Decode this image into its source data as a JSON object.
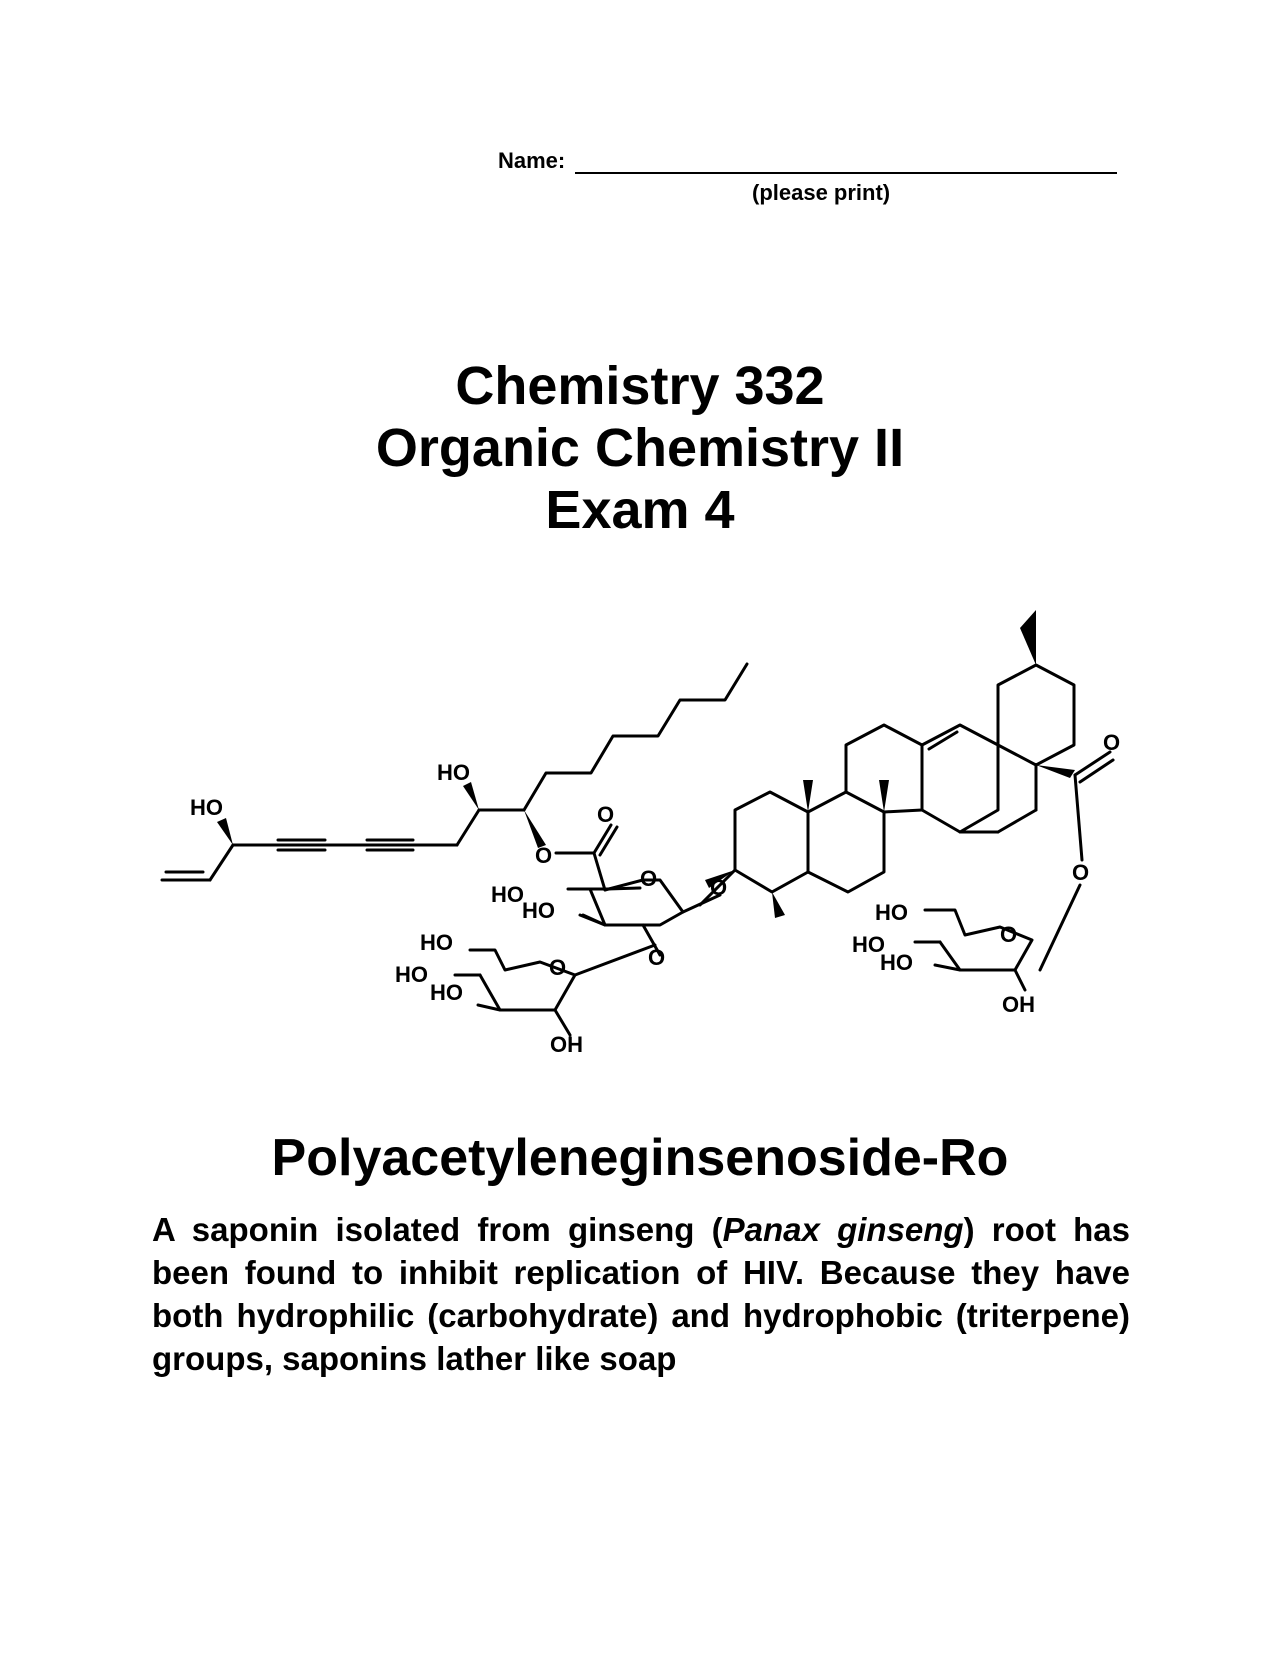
{
  "header": {
    "name_label": "Name:",
    "name_hint": "(please print)"
  },
  "title": {
    "course": "Chemistry 332",
    "subject": "Organic Chemistry II",
    "exam": "Exam 4"
  },
  "molecule": {
    "labels": {
      "ho_left": "HO",
      "ho_chain": "HO",
      "ester_o": "O",
      "carbonyl_o": "O",
      "glucuronide_ring_o": "O",
      "glucuronide_ho1": "HO",
      "glucuronide_ho2": "HO",
      "glycosidic_o_link": "O",
      "aglycone_o": "O",
      "glc1_ch2oh": "HO",
      "glc1_ho1": "HO",
      "glc1_ho2": "HO",
      "glc1_ring_o": "O",
      "glc1_oh": "OH",
      "triterpene_carbonyl_o": "O",
      "triterpene_ester_o": "O",
      "glc2_ch2oh": "HO",
      "glc2_ho1": "HO",
      "glc2_ho2": "HO",
      "glc2_ring_o": "O",
      "glc2_oh": "OH"
    }
  },
  "compound": {
    "name": "Polyacetyleneginsenoside-Ro"
  },
  "caption": {
    "part1": "A saponin isolated from ginseng (",
    "italic": "Panax ginseng",
    "part2": ") root has been found to inhibit replication of HIV.  Because they have both hydrophilic (carbohydrate) and hydrophobic (triterpene) groups, saponins lather like soap"
  }
}
